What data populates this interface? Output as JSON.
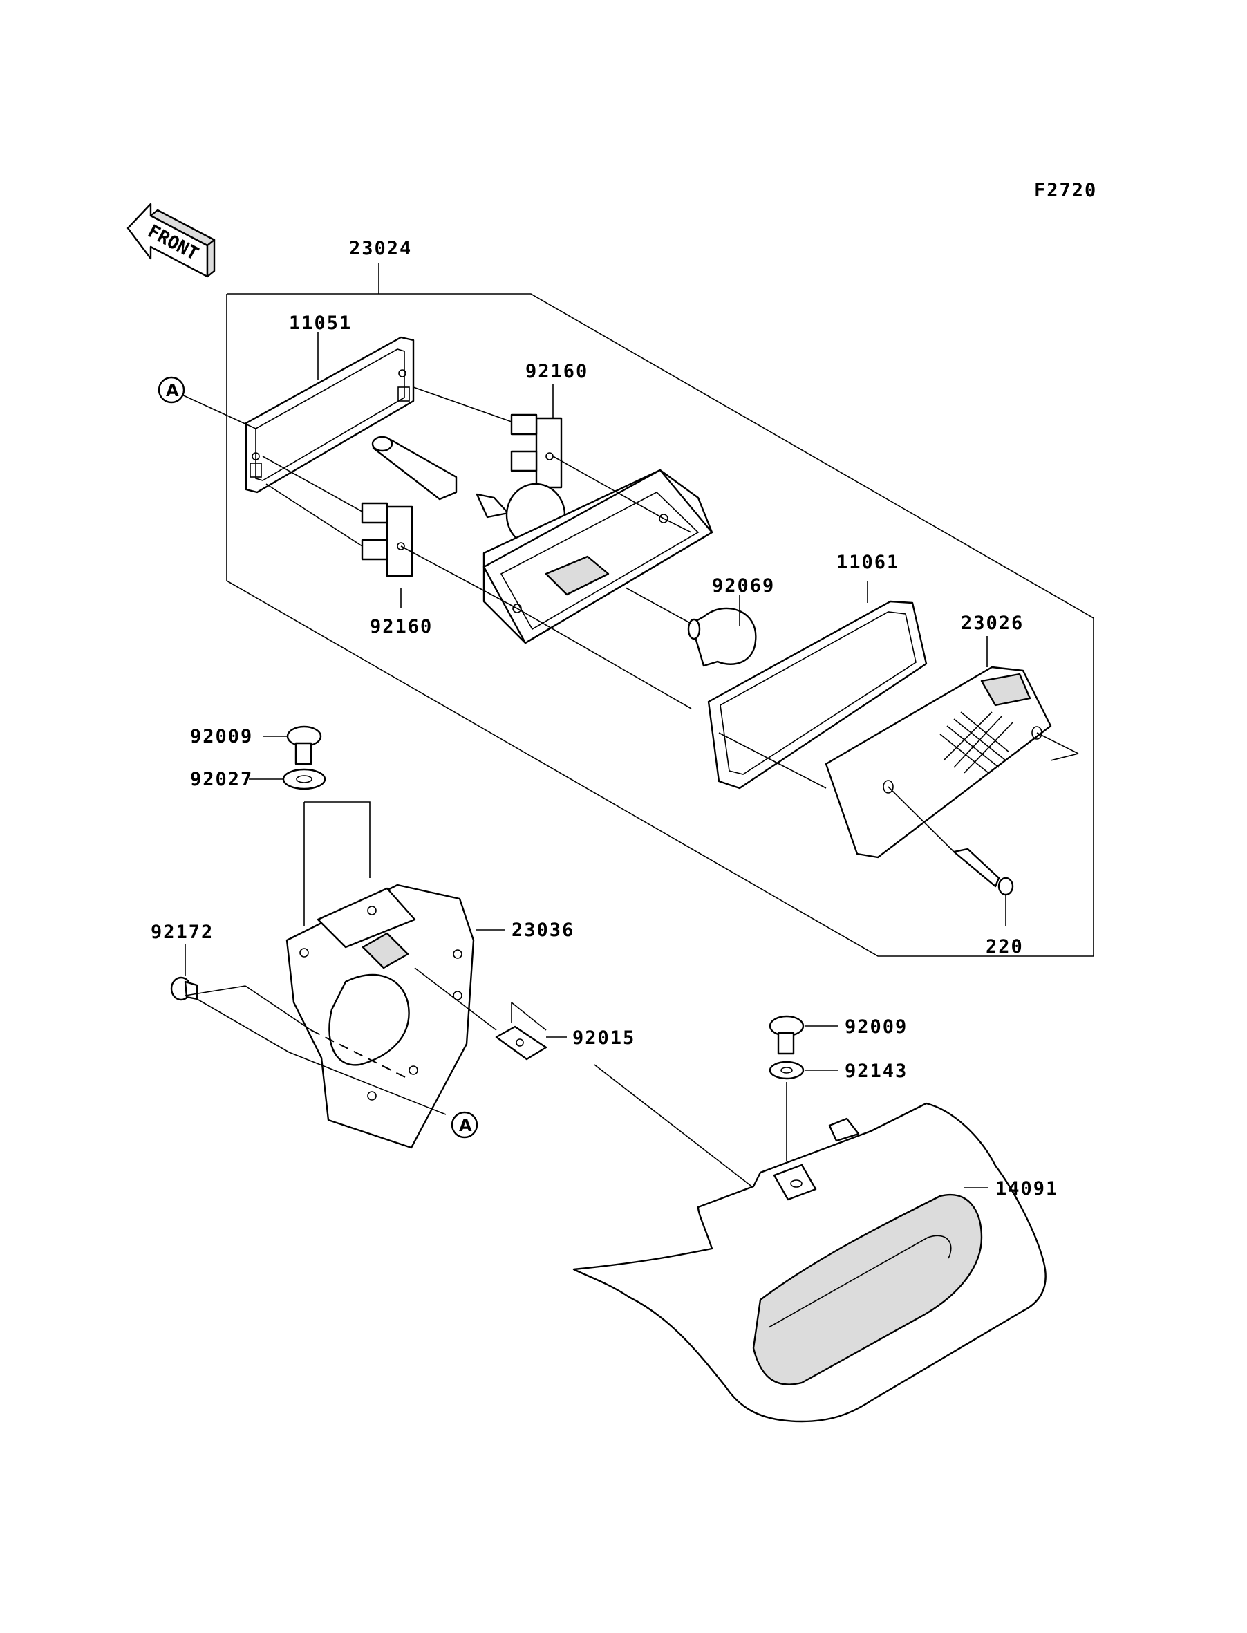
{
  "diagram_code": "F2720",
  "front_label": "FRONT",
  "ref_marker": "A",
  "part_numbers": {
    "p23024": "23024",
    "p11051": "11051",
    "p92160_top": "92160",
    "p92160_bottom": "92160",
    "p92069": "92069",
    "p11061": "11061",
    "p23026": "23026",
    "p220": "220",
    "p92009_left": "92009",
    "p92027": "92027",
    "p92172": "92172",
    "p23036": "23036",
    "p92015": "92015",
    "p92009_right": "92009",
    "p92143": "92143",
    "p14091": "14091"
  },
  "colors": {
    "line": "#000000",
    "background": "#ffffff",
    "shading": "#dcdcdc"
  }
}
